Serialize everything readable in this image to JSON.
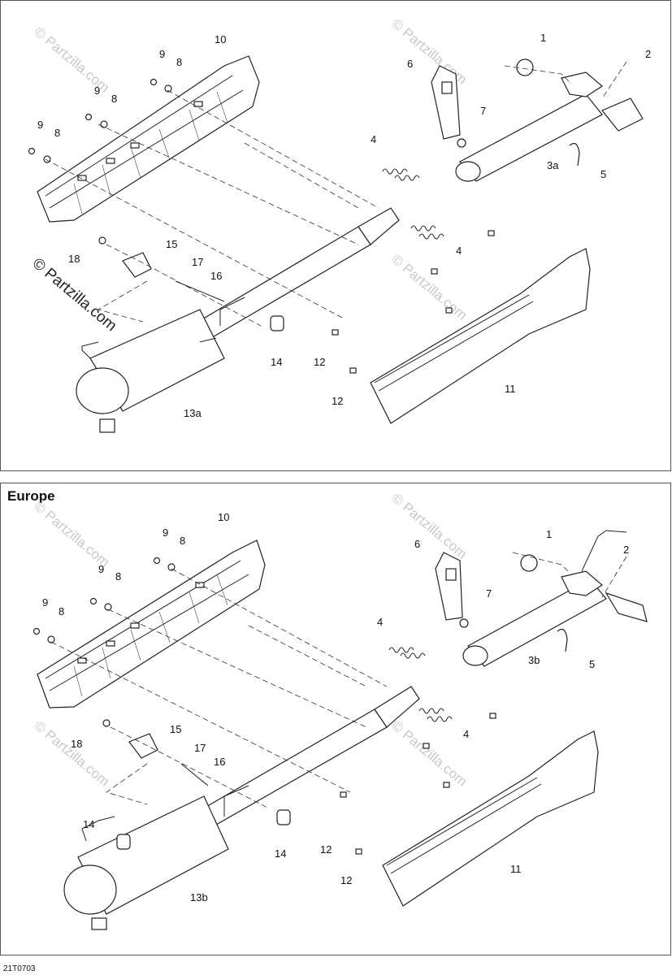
{
  "panels": {
    "top": {
      "title": "",
      "callouts": [
        "1",
        "2",
        "3a",
        "4",
        "4",
        "5",
        "6",
        "7",
        "8",
        "8",
        "8",
        "9",
        "9",
        "9",
        "10",
        "11",
        "12",
        "12",
        "13a",
        "14",
        "15",
        "16",
        "17",
        "18"
      ]
    },
    "europe": {
      "title": "Europe",
      "callouts": [
        "1",
        "2",
        "3b",
        "4",
        "4",
        "5",
        "6",
        "7",
        "8",
        "8",
        "8",
        "9",
        "9",
        "9",
        "10",
        "11",
        "12",
        "12",
        "13b",
        "14",
        "14",
        "15",
        "16",
        "17",
        "18"
      ]
    }
  },
  "watermarks": {
    "faint": "© Partzilla.com",
    "dark": "© Partzilla.com"
  },
  "figure_code": "21T0703"
}
